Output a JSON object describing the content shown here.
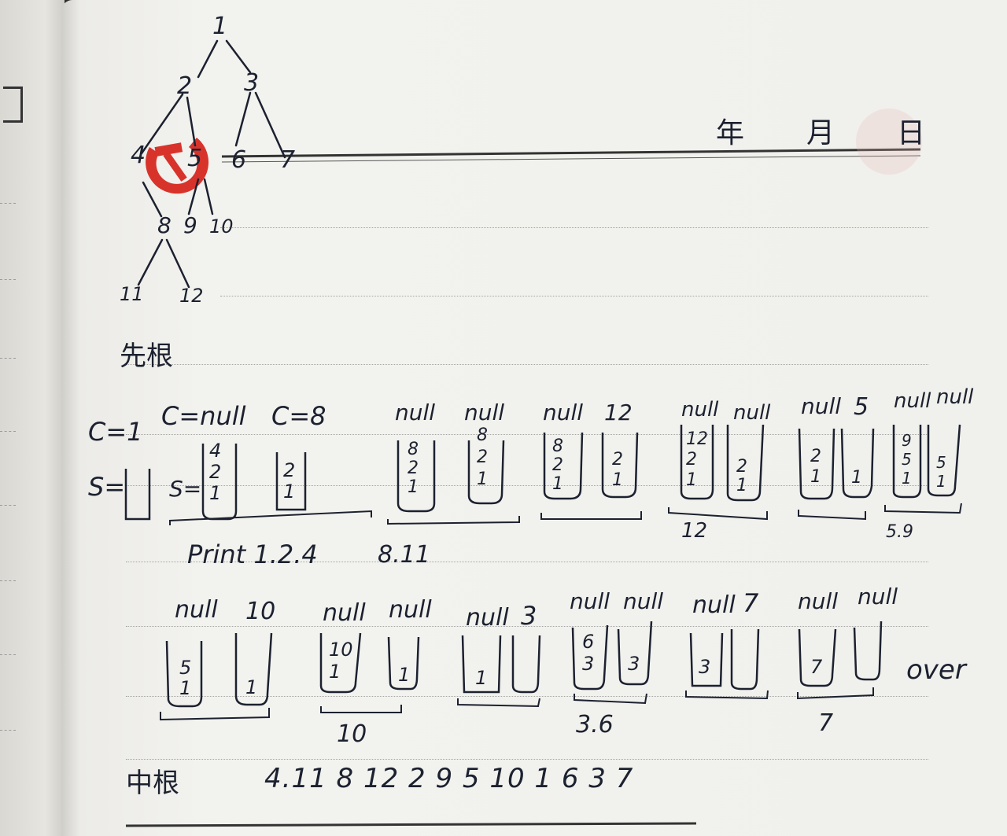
{
  "header": {
    "year": "年",
    "month": "月",
    "day": "日"
  },
  "tree": {
    "nodes": [
      "1",
      "2",
      "3",
      "4",
      "5",
      "6",
      "7",
      "8",
      "9",
      "10",
      "11",
      "12"
    ]
  },
  "section1": {
    "title": "先根"
  },
  "row1": {
    "c_label": "C=1",
    "s_label": "S=",
    "frames": [
      {
        "c_left": "C=null",
        "c_right": "C=8",
        "s_label": "S=",
        "left_stack": [
          "4",
          "2",
          "1"
        ],
        "right_stack": [
          "2",
          "1"
        ]
      },
      {
        "c_left": "null",
        "c_right": "null",
        "left_stack": [
          "8",
          "2",
          "1"
        ],
        "right_stack": [
          "8",
          "2",
          "1"
        ]
      },
      {
        "c_left": "null",
        "c_right": "12",
        "left_stack": [
          "8",
          "2",
          "1"
        ],
        "right_stack": [
          "2",
          "1"
        ]
      },
      {
        "c_left": "null",
        "c_right": "null",
        "left_stack": [
          "12",
          "2",
          "1"
        ],
        "right_stack": [
          "2",
          "1"
        ],
        "print": "12"
      },
      {
        "c_left": "null",
        "c_right": "5",
        "left_stack": [
          "2",
          "1"
        ],
        "right_stack": [
          "1"
        ]
      },
      {
        "c_left": "null",
        "c_right": "null",
        "left_stack": [
          "9",
          "5",
          "1"
        ],
        "right_stack": [
          "5",
          "1"
        ],
        "print": "5.9"
      }
    ],
    "print_label": "Print 1.2.4",
    "print_extra": "8.11"
  },
  "row2": {
    "frames": [
      {
        "c_left": "null",
        "c_right": "10",
        "left_stack": [
          "5",
          "1"
        ],
        "right_stack": [
          "1"
        ]
      },
      {
        "c_left": "null",
        "c_right": "null",
        "left_stack": [
          "10",
          "1"
        ],
        "right_stack": [
          "1"
        ],
        "print": "10"
      },
      {
        "c_left": "null",
        "c_right": "3",
        "left_stack": [
          "1"
        ],
        "right_stack": []
      },
      {
        "c_left": "null",
        "c_right": "null",
        "left_stack": [
          "6",
          "3"
        ],
        "right_stack": [
          "3"
        ],
        "print": "3.6"
      },
      {
        "c_left": "null",
        "c_right": "7",
        "left_stack": [
          "3"
        ],
        "right_stack": []
      },
      {
        "c_left": "null",
        "c_right": "null",
        "left_stack": [
          "7"
        ],
        "right_stack": [],
        "print": "7"
      }
    ],
    "over": "over"
  },
  "section2": {
    "title": "中根",
    "sequence": "4.11 8 12 2 9 5 10 1 6 3 7"
  },
  "colors": {
    "ink": "#1c2130",
    "emblem": "#d8332b",
    "paper": "#f0f0ec"
  }
}
